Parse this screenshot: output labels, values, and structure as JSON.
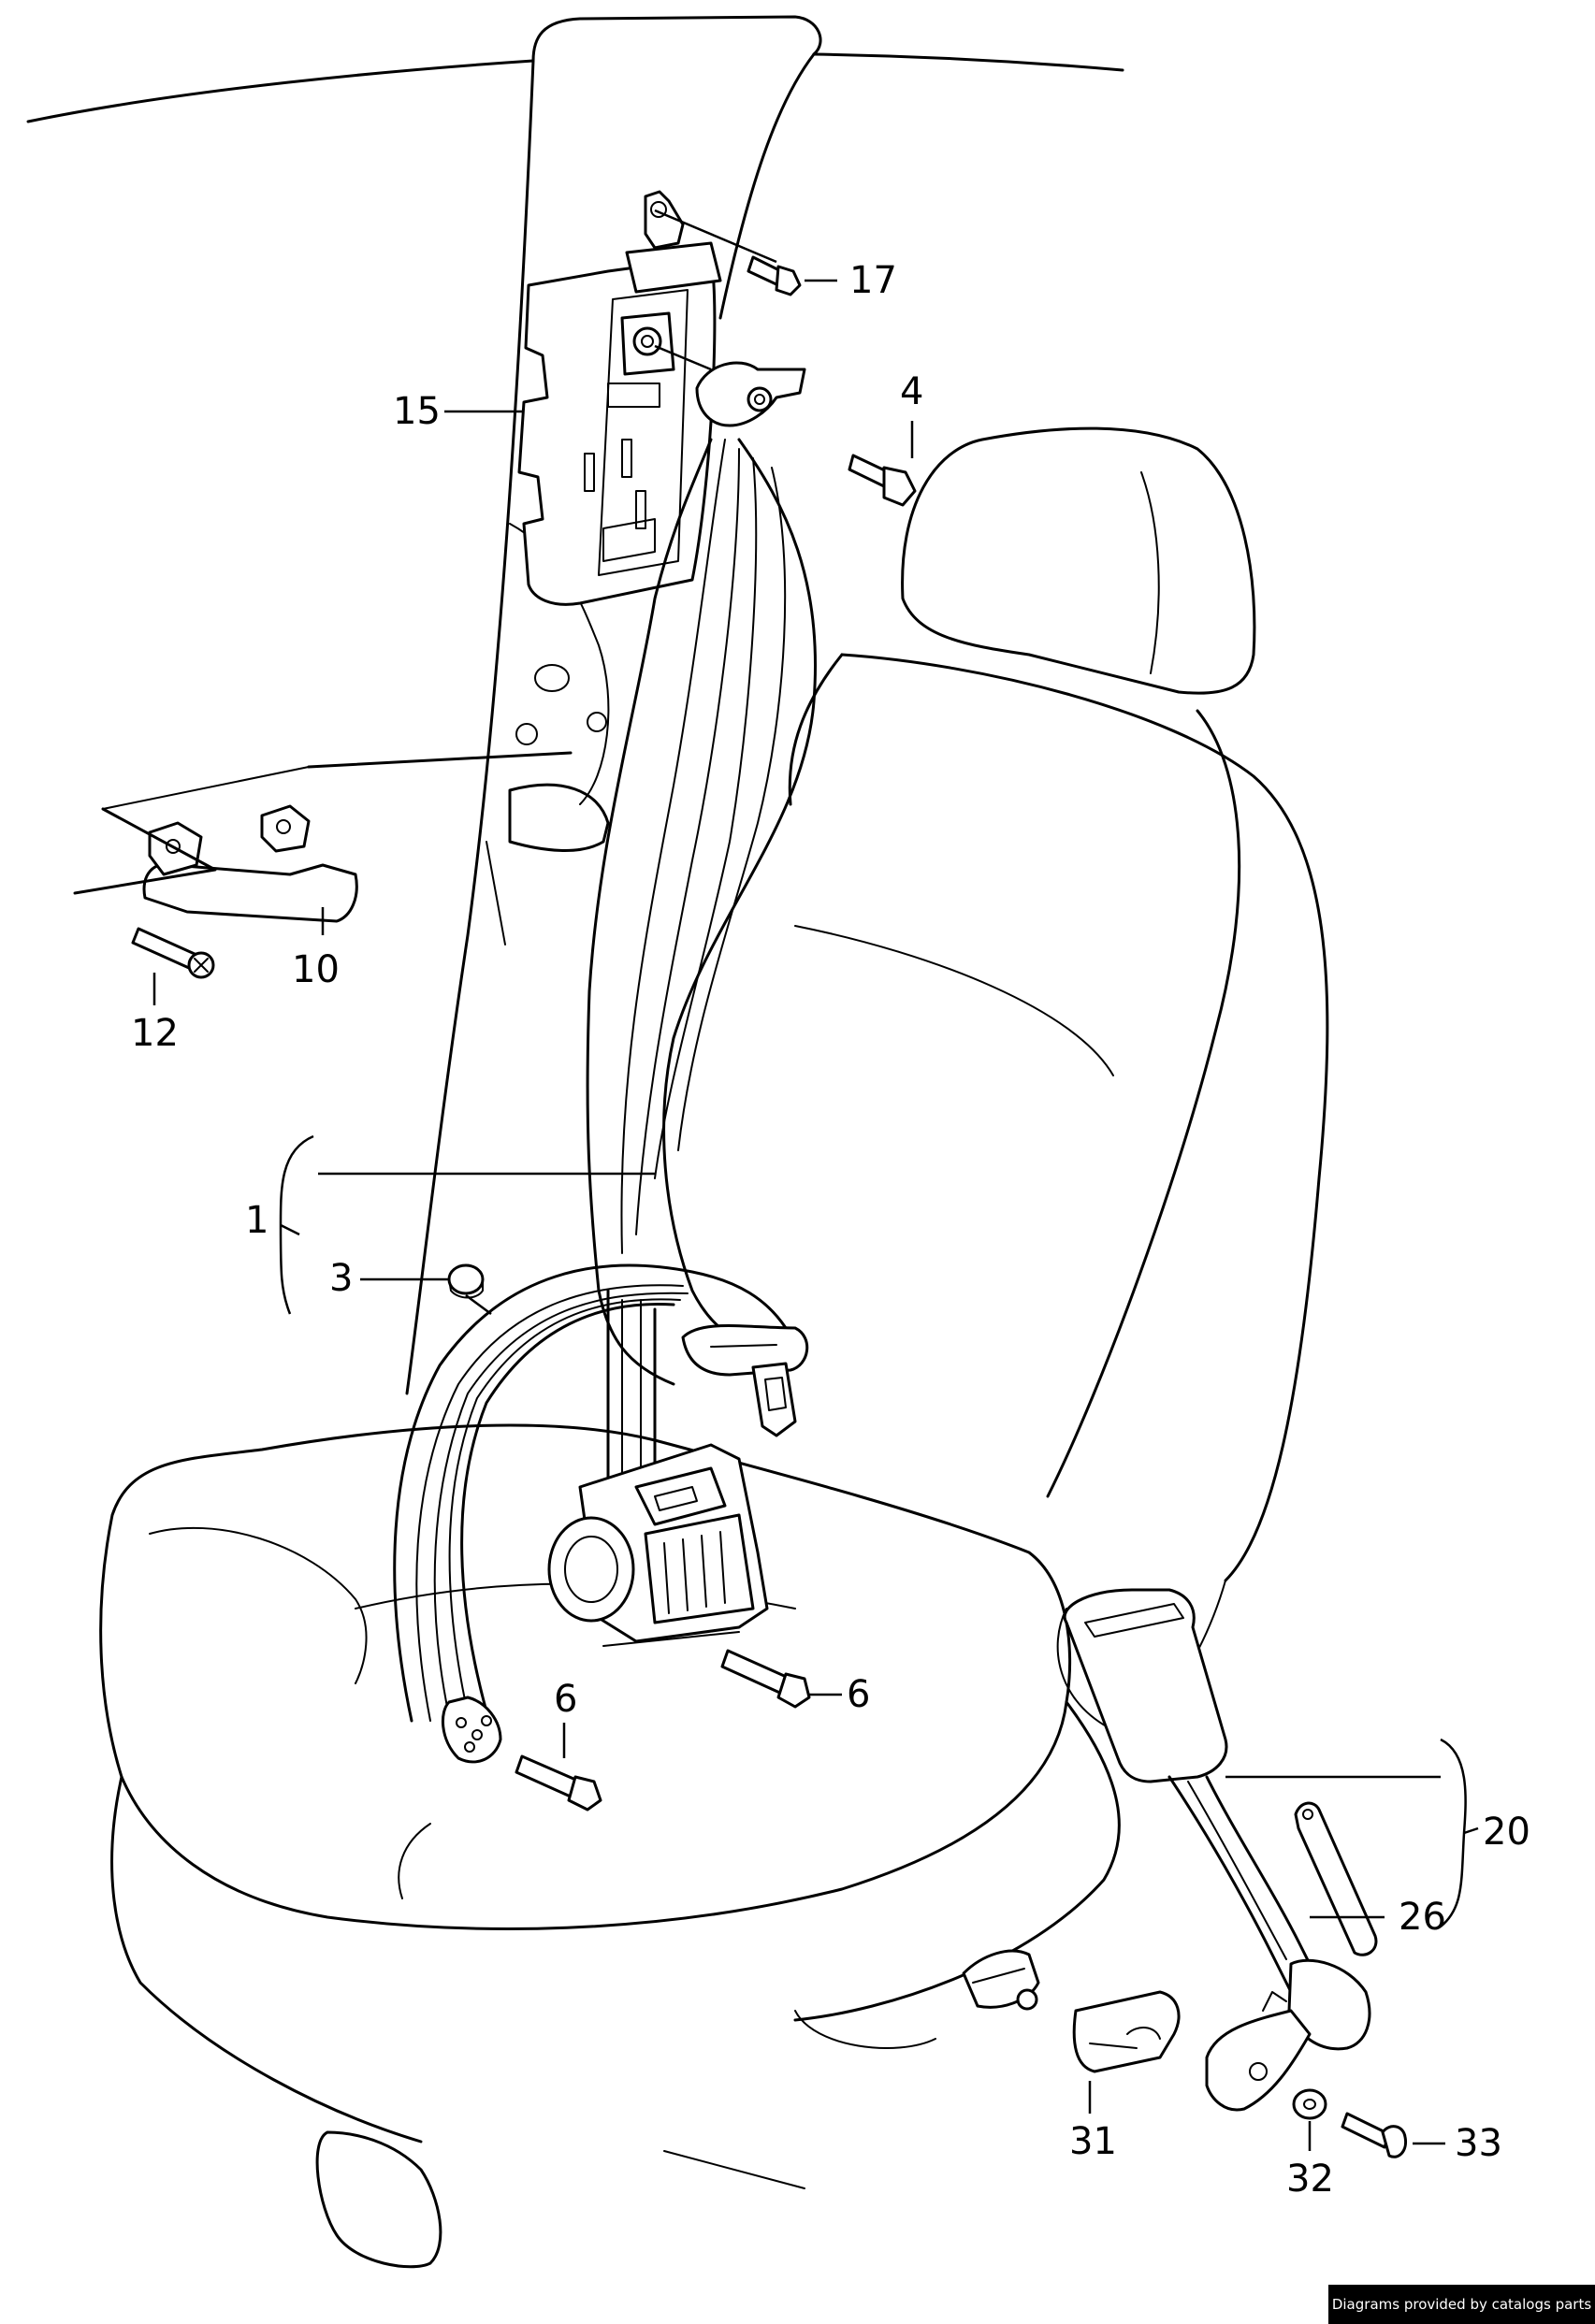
{
  "diagram": {
    "subject": "Seat belt assembly with retractor, buckle and mounting hardware",
    "callouts": [
      "1",
      "3",
      "4",
      "6",
      "6",
      "10",
      "12",
      "15",
      "17",
      "20",
      "26",
      "31",
      "32",
      "33"
    ]
  },
  "footer": {
    "credit": "Diagrams provided by catalogs parts"
  }
}
